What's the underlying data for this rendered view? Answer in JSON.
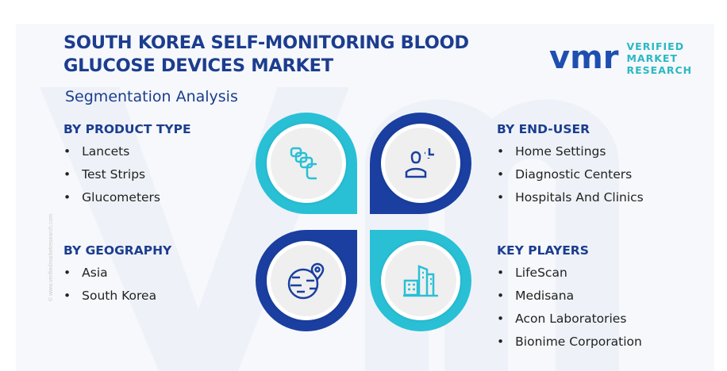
{
  "header": {
    "title_line1": "SOUTH KOREA SELF-MONITORING BLOOD",
    "title_line2": "GLUCOSE DEVICES MARKET",
    "subtitle": "Segmentation Analysis"
  },
  "logo": {
    "mark": "vmr",
    "line1": "VERIFIED",
    "line2": "MARKET",
    "line3": "RESEARCH"
  },
  "watermark": "© www.verifiedmarketresearch.com",
  "colors": {
    "navy": "#1c3d8f",
    "cyan": "#29c0d6",
    "dark_blue": "#1a3fa0"
  },
  "sections": {
    "product": {
      "heading": "BY PRODUCT TYPE",
      "items": [
        "Lancets",
        "Test Strips",
        "Glucometers"
      ]
    },
    "end_user": {
      "heading": "BY END-USER",
      "items": [
        "Home Settings",
        "Diagnostic Centers",
        "Hospitals And Clinics"
      ]
    },
    "geography": {
      "heading": "BY GEOGRAPHY",
      "items": [
        "Asia",
        "South Korea"
      ]
    },
    "players": {
      "heading": "KEY PLAYERS",
      "items": [
        "LifeScan",
        "Medisana",
        "Acon Laboratories",
        "Bionime Corporation"
      ]
    }
  },
  "icons": [
    "strips-icon",
    "user-icon",
    "globe-pin-icon",
    "buildings-icon"
  ]
}
